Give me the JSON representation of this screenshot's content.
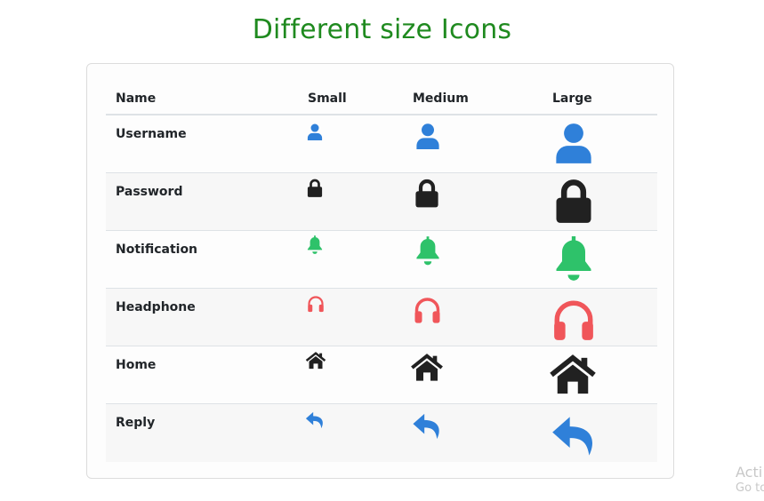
{
  "page": {
    "title": "Different size Icons"
  },
  "table": {
    "headers": {
      "name": "Name",
      "small": "Small",
      "medium": "Medium",
      "large": "Large"
    },
    "rows": [
      {
        "label": "Username",
        "icon": "user-icon",
        "color": "#2f80d9"
      },
      {
        "label": "Password",
        "icon": "lock-icon",
        "color": "#212121"
      },
      {
        "label": "Notification",
        "icon": "bell-icon",
        "color": "#2ec26a"
      },
      {
        "label": "Headphone",
        "icon": "headphone-icon",
        "color": "#f0565a"
      },
      {
        "label": "Home",
        "icon": "home-icon",
        "color": "#212121"
      },
      {
        "label": "Reply",
        "icon": "reply-icon",
        "color": "#2f80d9"
      }
    ]
  },
  "watermark": {
    "line1": "Acti",
    "line2": "Go to"
  }
}
